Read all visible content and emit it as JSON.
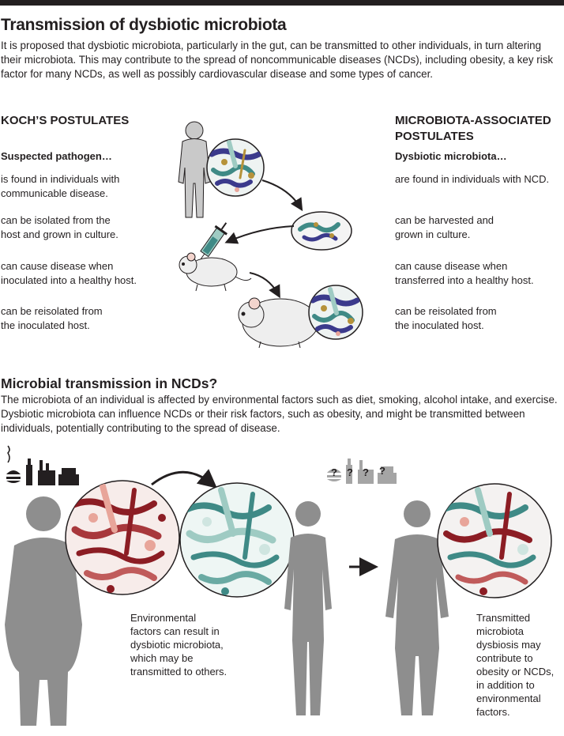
{
  "title": "Transmission of dysbiotic microbiota",
  "intro": "It is proposed that dysbiotic microbiota, particularly in the gut, can be transmitted to other individuals, in turn altering their microbiota. This may contribute to the spread of noncommunicable diseases (NCDs), including obesity, a key risk factor for many NCDs, as well as possibly cardiovascular disease and some types of cancer.",
  "koch": {
    "heading": "KOCH’S POSTULATES",
    "subheading": "Suspected pathogen…",
    "items": [
      [
        "is found in individuals with",
        "communicable disease."
      ],
      [
        "can be isolated from the",
        "host and grown in culture."
      ],
      [
        "can cause disease when",
        "inoculated into a healthy host."
      ],
      [
        "can be reisolated from",
        "the inoculated host."
      ]
    ]
  },
  "microbiota": {
    "heading_line1": "MICROBIOTA-ASSOCIATED",
    "heading_line2": "POSTULATES",
    "subheading": "Dysbiotic microbiota…",
    "items": [
      [
        "are found in individuals with NCD.",
        ""
      ],
      [
        "can be harvested and",
        "grown in culture."
      ],
      [
        "can cause disease when",
        "transferred into a healthy host."
      ],
      [
        "can be reisolated from",
        "the inoculated host."
      ]
    ]
  },
  "section2": {
    "heading": "Microbial transmission in NCDs?",
    "intro": "The microbiota of an individual is affected by environmental factors such as diet, smoking, alcohol intake, and exercise. Dysbiotic microbiota can influence NCDs or their risk factors, such as obesity, and might be transmitted between individuals, potentially contributing to the spread of disease."
  },
  "captions": {
    "left": [
      "Environmental",
      "factors can result in",
      "dysbiotic microbiota,",
      "which may be",
      "transmitted to others."
    ],
    "right": [
      "Transmitted",
      "microbiota",
      "dysbiosis may",
      "contribute to",
      "obesity or NCDs,",
      "in addition to",
      "environmental",
      "factors."
    ]
  },
  "question_marks": [
    "?",
    "?",
    "?",
    "?"
  ],
  "colors": {
    "dark": "#231f20",
    "gray_figure": "#8e8e8e",
    "dysbiotic_red": "#8c1d24",
    "pink": "#e8a59a",
    "teal": "#3f8a86",
    "teal_light": "#9fcbc3",
    "navy": "#3b3a8c",
    "gold": "#b6923a"
  }
}
